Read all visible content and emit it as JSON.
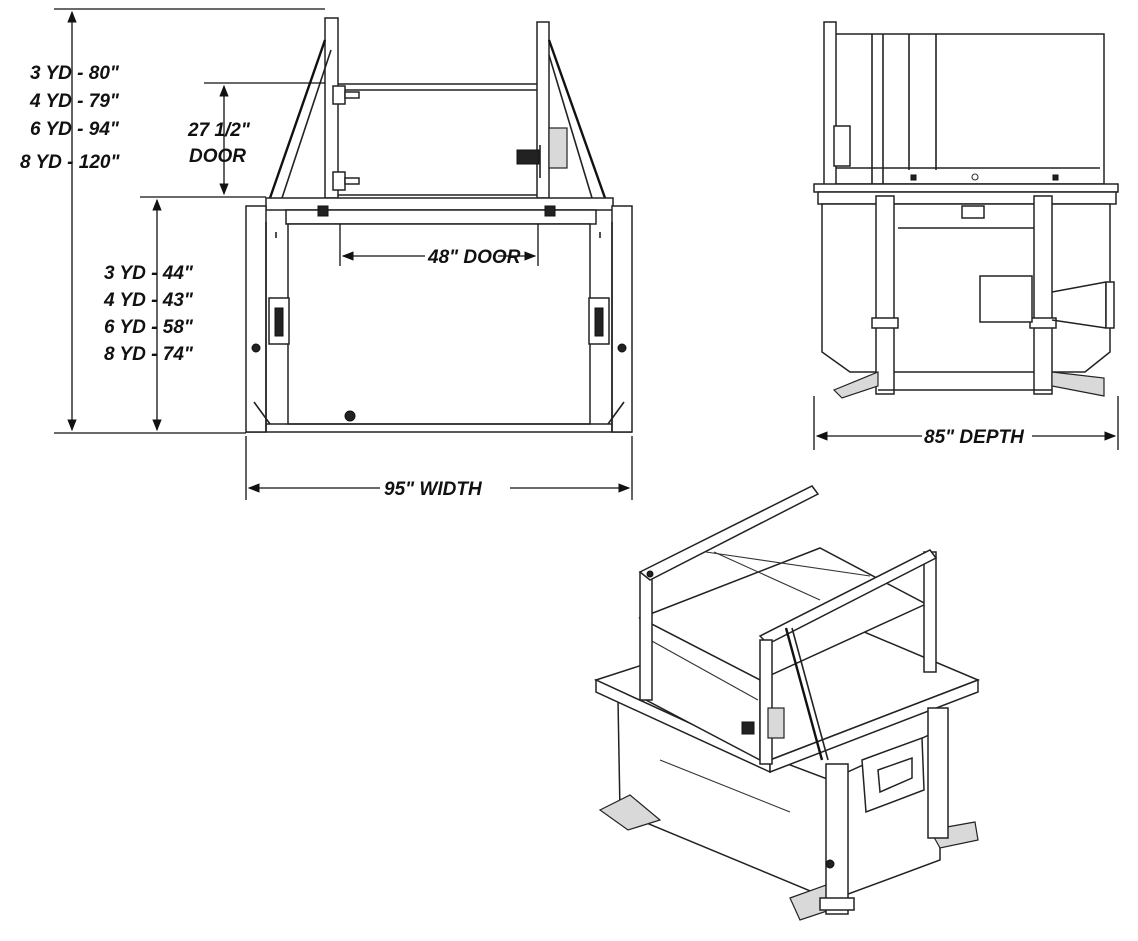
{
  "labels": {
    "overall_height": [
      "3 YD - 80\"",
      "4 YD - 79\"",
      "6 YD - 94\"",
      "8 YD - 120\""
    ],
    "door_height": [
      "27 1/2\"",
      "DOOR"
    ],
    "door_width": "48\" DOOR",
    "container_height": [
      "3 YD - 44\"",
      "4 YD - 43\"",
      "6 YD - 58\"",
      "8 YD - 74\""
    ],
    "width": "95\" WIDTH",
    "depth": "85\" DEPTH"
  },
  "colors": {
    "line": "#222222",
    "background": "#ffffff"
  }
}
